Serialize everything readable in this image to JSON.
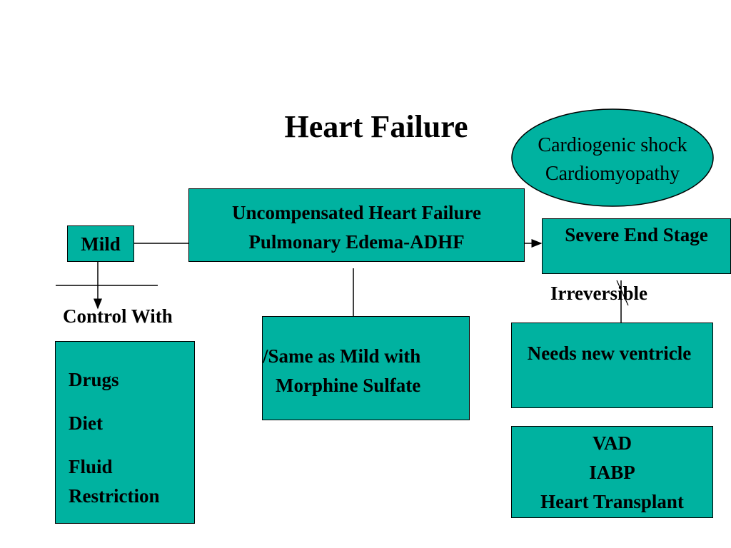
{
  "colors": {
    "box_fill": "#00b2a0",
    "ellipse_fill": "#00b2a0",
    "line": "#000000",
    "text": "#000000"
  },
  "title": "Heart Failure",
  "ellipse": {
    "line1": "Cardiogenic shock",
    "line2": "Cardiomyopathy"
  },
  "mild": {
    "label": "Mild"
  },
  "uncompensated": {
    "line1": "Uncompensated Heart Failure",
    "line2": "Pulmonary Edema-ADHF"
  },
  "severe": {
    "label": "Severe End Stage"
  },
  "irreversible": "Irreversible",
  "control_with": "Control With",
  "mild_controls": [
    "Drugs",
    "Diet",
    "Fluid",
    "Restriction"
  ],
  "same_as_mild": {
    "line1": "/Same as Mild with",
    "line2": "Morphine Sulfate"
  },
  "needs_ventricle": "Needs new ventricle",
  "end_stage_options": [
    "VAD",
    "IABP",
    "Heart Transplant"
  ]
}
